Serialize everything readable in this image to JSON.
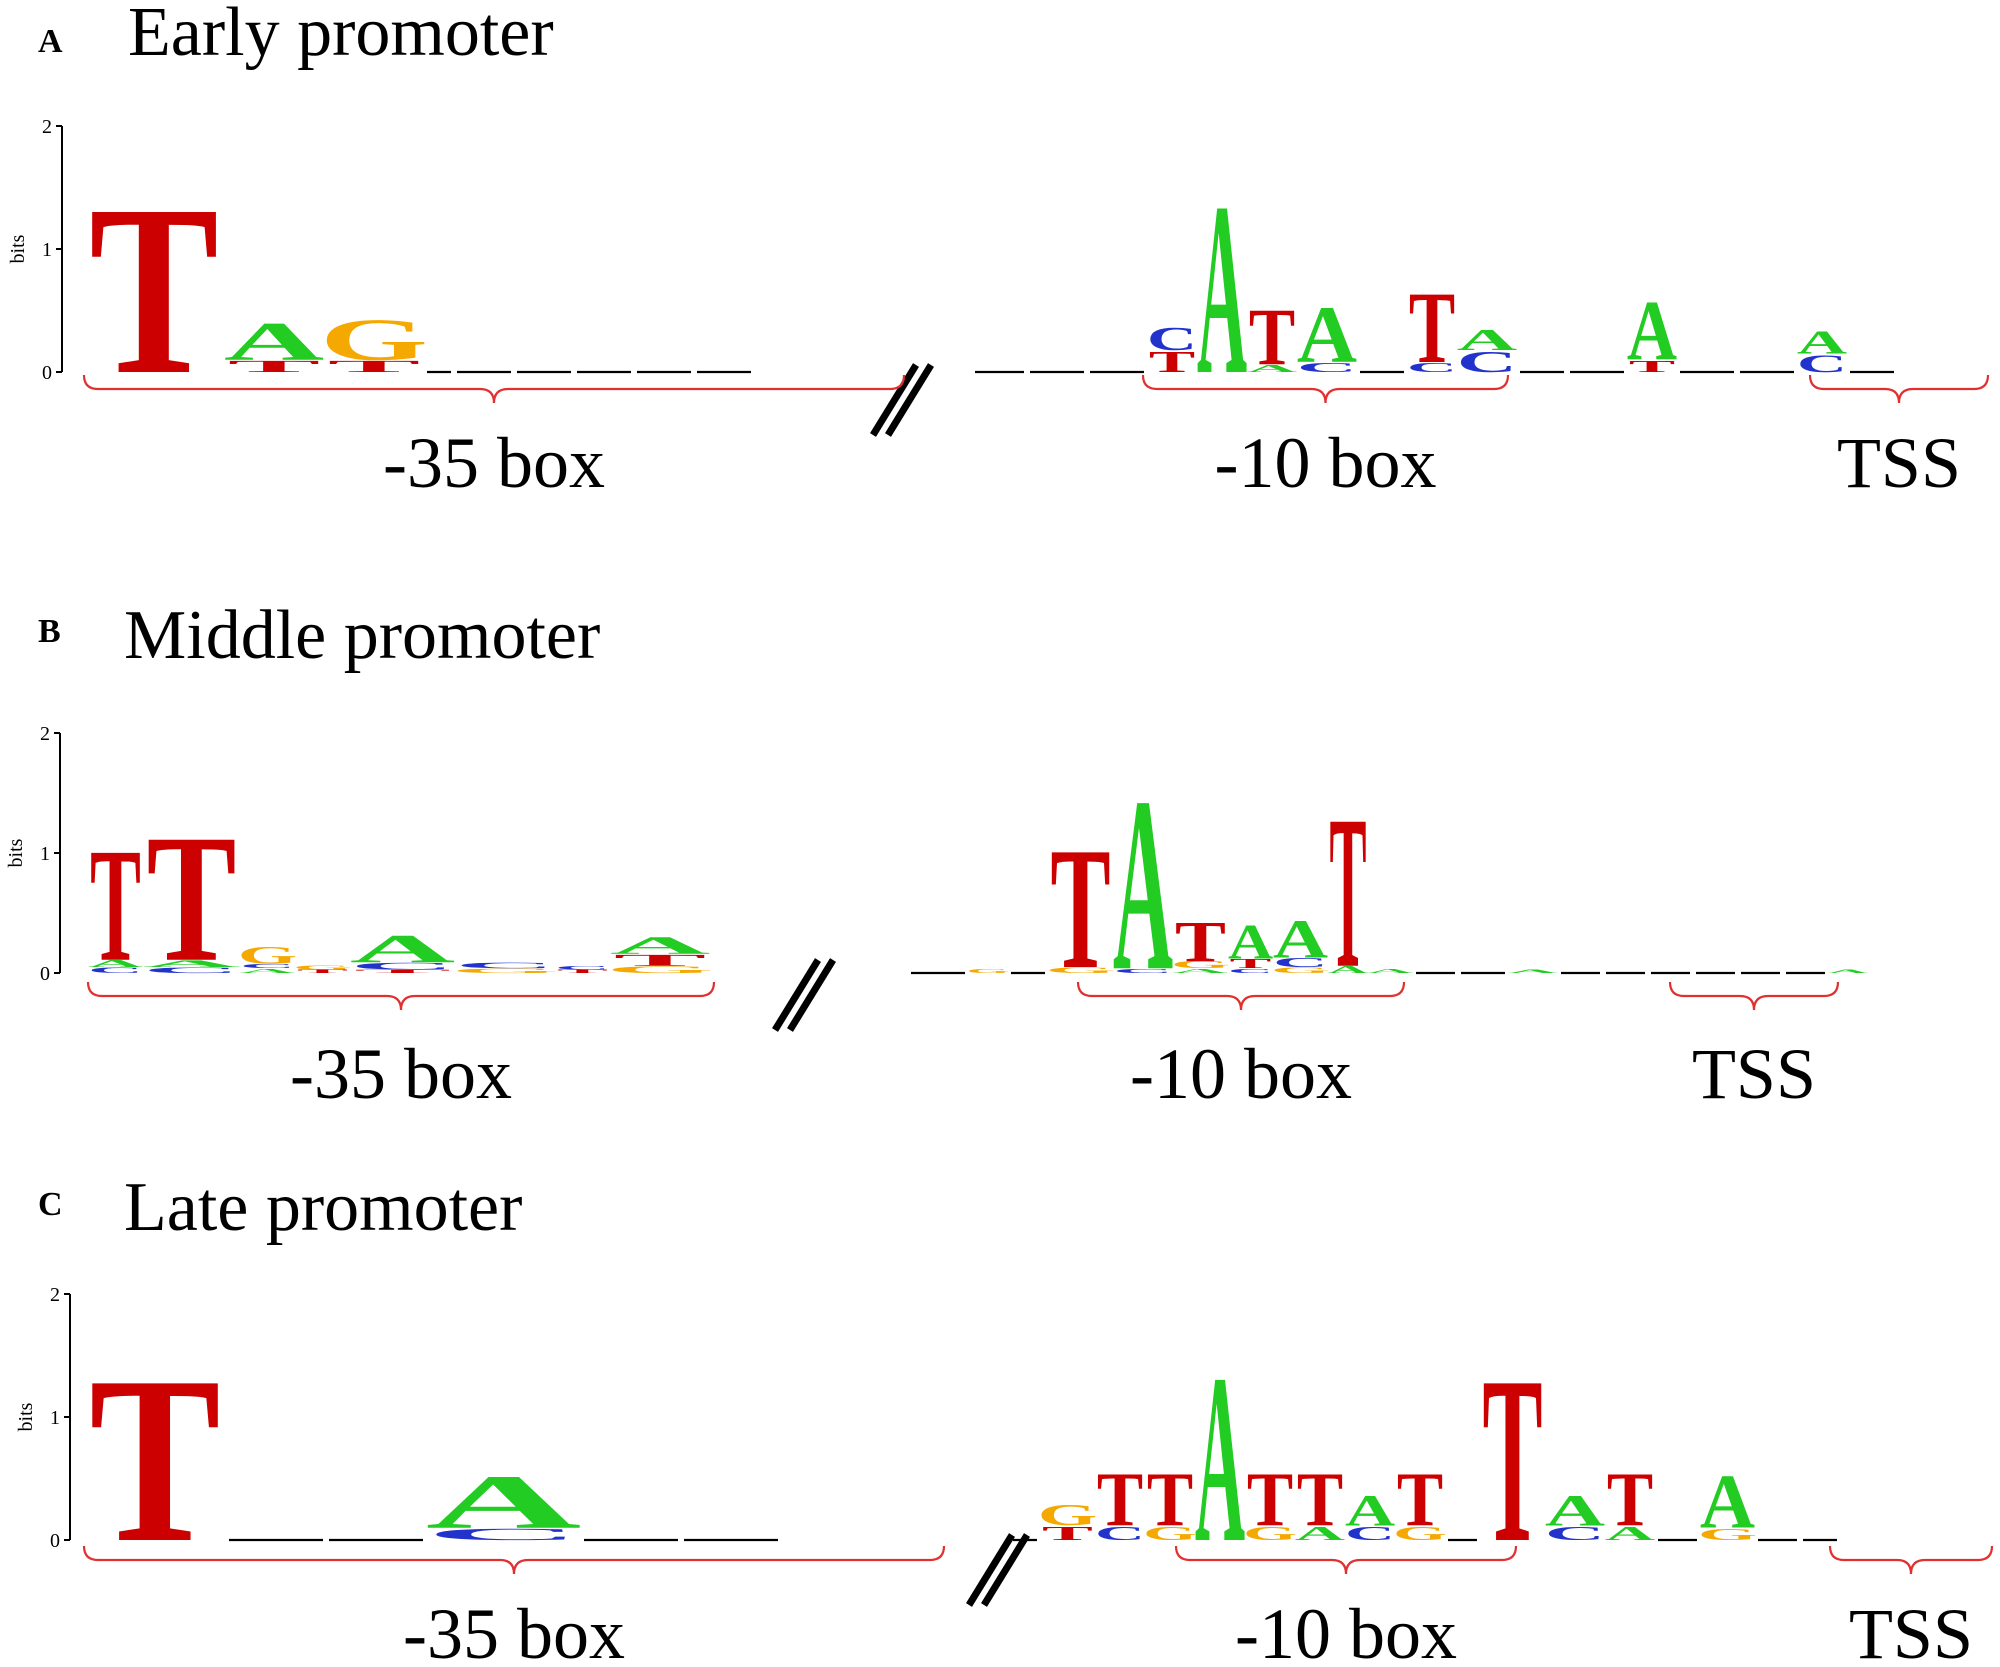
{
  "colors": {
    "A": "#22cc22",
    "C": "#2233cc",
    "G": "#f5a800",
    "T": "#cc0000",
    "bracket": "#e03030"
  },
  "axis": {
    "ylabel": "bits",
    "ticks": [
      "0",
      "1",
      "2"
    ]
  },
  "panels": [
    {
      "letter": "A",
      "title": "Early promoter",
      "brackets": [
        {
          "label": "-35 box"
        },
        {
          "label": "-10 box"
        },
        {
          "label": "TSS"
        }
      ],
      "left_stacks": [
        [
          [
            "T",
            1.43
          ]
        ],
        [
          [
            "T",
            0.1
          ],
          [
            "A",
            0.32
          ]
        ],
        [
          [
            "T",
            0.1
          ],
          [
            "G",
            0.35
          ]
        ],
        [],
        [],
        [],
        [],
        [],
        []
      ],
      "right_stacks": [
        [],
        [],
        [],
        [
          [
            "T",
            0.18
          ],
          [
            "C",
            0.2
          ]
        ],
        [
          [
            "A",
            1.45
          ]
        ],
        [
          [
            "A",
            0.06
          ],
          [
            "T",
            0.48
          ]
        ],
        [
          [
            "C",
            0.08
          ],
          [
            "A",
            0.48
          ]
        ],
        [],
        [
          [
            "C",
            0.08
          ],
          [
            "T",
            0.6
          ]
        ],
        [
          [
            "C",
            0.18
          ],
          [
            "A",
            0.18
          ]
        ],
        [],
        [],
        [
          [
            "T",
            0.1
          ],
          [
            "A",
            0.5
          ]
        ],
        [],
        [],
        [
          [
            "C",
            0.15
          ],
          [
            "A",
            0.2
          ]
        ],
        []
      ]
    },
    {
      "letter": "B",
      "title": "Middle promoter",
      "brackets": [
        {
          "label": "-35 box"
        },
        {
          "label": "-10 box"
        },
        {
          "label": "TSS"
        }
      ],
      "left_stacks": [
        [
          [
            "C",
            0.05
          ],
          [
            "A",
            0.06
          ],
          [
            "T",
            0.98
          ]
        ],
        [
          [
            "C",
            0.05
          ],
          [
            "A",
            0.06
          ],
          [
            "T",
            1.1
          ]
        ],
        [
          [
            "A",
            0.04
          ],
          [
            "C",
            0.04
          ],
          [
            "G",
            0.15
          ]
        ],
        [
          [
            "T",
            0.03
          ],
          [
            "G",
            0.04
          ]
        ],
        [
          [
            "T",
            0.03
          ],
          [
            "C",
            0.06
          ],
          [
            "A",
            0.24
          ]
        ],
        [
          [
            "G",
            0.04
          ],
          [
            "C",
            0.05
          ]
        ],
        [
          [
            "T",
            0.03
          ],
          [
            "C",
            0.03
          ]
        ],
        [
          [
            "G",
            0.06
          ],
          [
            "T",
            0.1
          ],
          [
            "A",
            0.15
          ]
        ]
      ],
      "right_stacks": [
        [],
        [
          [
            "G",
            0.04
          ]
        ],
        [],
        [
          [
            "G",
            0.05
          ],
          [
            "T",
            1.05
          ]
        ],
        [
          [
            "C",
            0.04
          ],
          [
            "A",
            1.5
          ]
        ],
        [
          [
            "A",
            0.04
          ],
          [
            "G",
            0.06
          ],
          [
            "T",
            0.35
          ]
        ],
        [
          [
            "C",
            0.04
          ],
          [
            "T",
            0.08
          ],
          [
            "A",
            0.3
          ]
        ],
        [
          [
            "G",
            0.05
          ],
          [
            "C",
            0.08
          ],
          [
            "A",
            0.33
          ]
        ],
        [
          [
            "A",
            0.06
          ],
          [
            "T",
            1.32
          ]
        ],
        [
          [
            "A",
            0.04
          ]
        ],
        [],
        [],
        [
          [
            "A",
            0.03
          ]
        ],
        [],
        [],
        [],
        [],
        [],
        [],
        [
          [
            "A",
            0.03
          ]
        ]
      ]
    },
    {
      "letter": "C",
      "title": "Late promoter",
      "brackets": [
        {
          "label": "-35 box"
        },
        {
          "label": "-10 box"
        },
        {
          "label": "TSS"
        }
      ],
      "left_stacks": [
        [
          [
            "T",
            1.4
          ]
        ],
        [],
        [],
        [
          [
            "C",
            0.1
          ],
          [
            "A",
            0.45
          ]
        ],
        [],
        []
      ],
      "right_stacks": [
        [],
        [
          [
            "T",
            0.12
          ],
          [
            "G",
            0.18
          ]
        ],
        [
          [
            "C",
            0.12
          ],
          [
            "T",
            0.45
          ]
        ],
        [
          [
            "G",
            0.12
          ],
          [
            "T",
            0.45
          ]
        ],
        [
          [
            "A",
            1.42
          ]
        ],
        [
          [
            "G",
            0.12
          ],
          [
            "T",
            0.45
          ]
        ],
        [
          [
            "A",
            0.12
          ],
          [
            "T",
            0.45
          ]
        ],
        [
          [
            "C",
            0.12
          ],
          [
            "A",
            0.26
          ]
        ],
        [
          [
            "G",
            0.12
          ],
          [
            "T",
            0.45
          ]
        ],
        [],
        [
          [
            "T",
            1.4
          ]
        ],
        [
          [
            "C",
            0.12
          ],
          [
            "A",
            0.26
          ]
        ],
        [
          [
            "A",
            0.12
          ],
          [
            "T",
            0.45
          ]
        ],
        [],
        [
          [
            "G",
            0.1
          ],
          [
            "A",
            0.45
          ]
        ],
        [],
        []
      ]
    }
  ]
}
